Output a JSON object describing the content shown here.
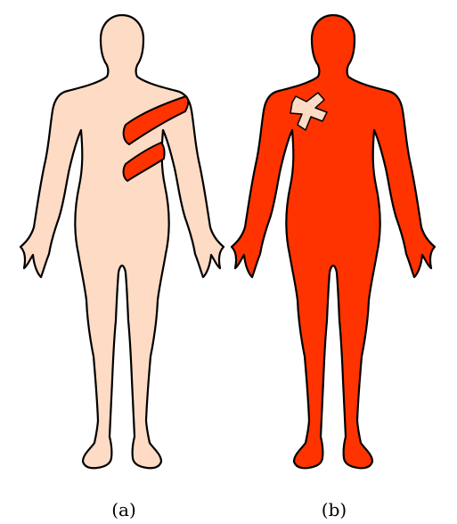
{
  "panels": [
    {
      "caption": "(a)",
      "body_fill": "#FDDBC4",
      "mark_fill": "#FF3300",
      "mark_shape": "two diagonal stripes on the left shoulder and upper chest"
    },
    {
      "caption": "(b)",
      "body_fill": "#FF3300",
      "mark_fill": "#FDDBC4",
      "mark_shape": "x-shaped patch on the right shoulder"
    }
  ],
  "outline_color": "#000000",
  "background_color": "#FFFFFF"
}
